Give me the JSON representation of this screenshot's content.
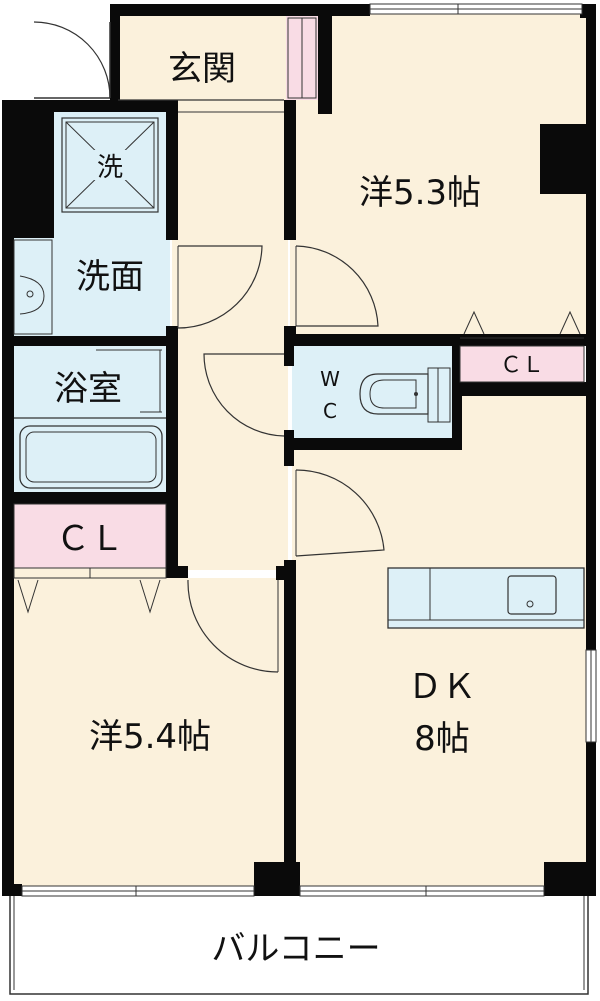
{
  "rooms": {
    "entrance": "玄関",
    "western_room_1": "洋5.3帖",
    "washing_machine": "洗",
    "washroom": "洗面",
    "bathroom": "浴室",
    "wc_top": "W",
    "wc_bottom": "C",
    "closet_small": "ＣＬ",
    "closet_left": "ＣＬ",
    "western_room_2": "洋5.4帖",
    "dining_kitchen": "ＤＫ",
    "dining_kitchen_size": "8帖",
    "balcony": "バルコニー"
  },
  "colors": {
    "room_floor": "#fbf1dc",
    "wet_area": "#ddf0f7",
    "closet": "#f9dce5",
    "wall": "#0a0a0a"
  }
}
